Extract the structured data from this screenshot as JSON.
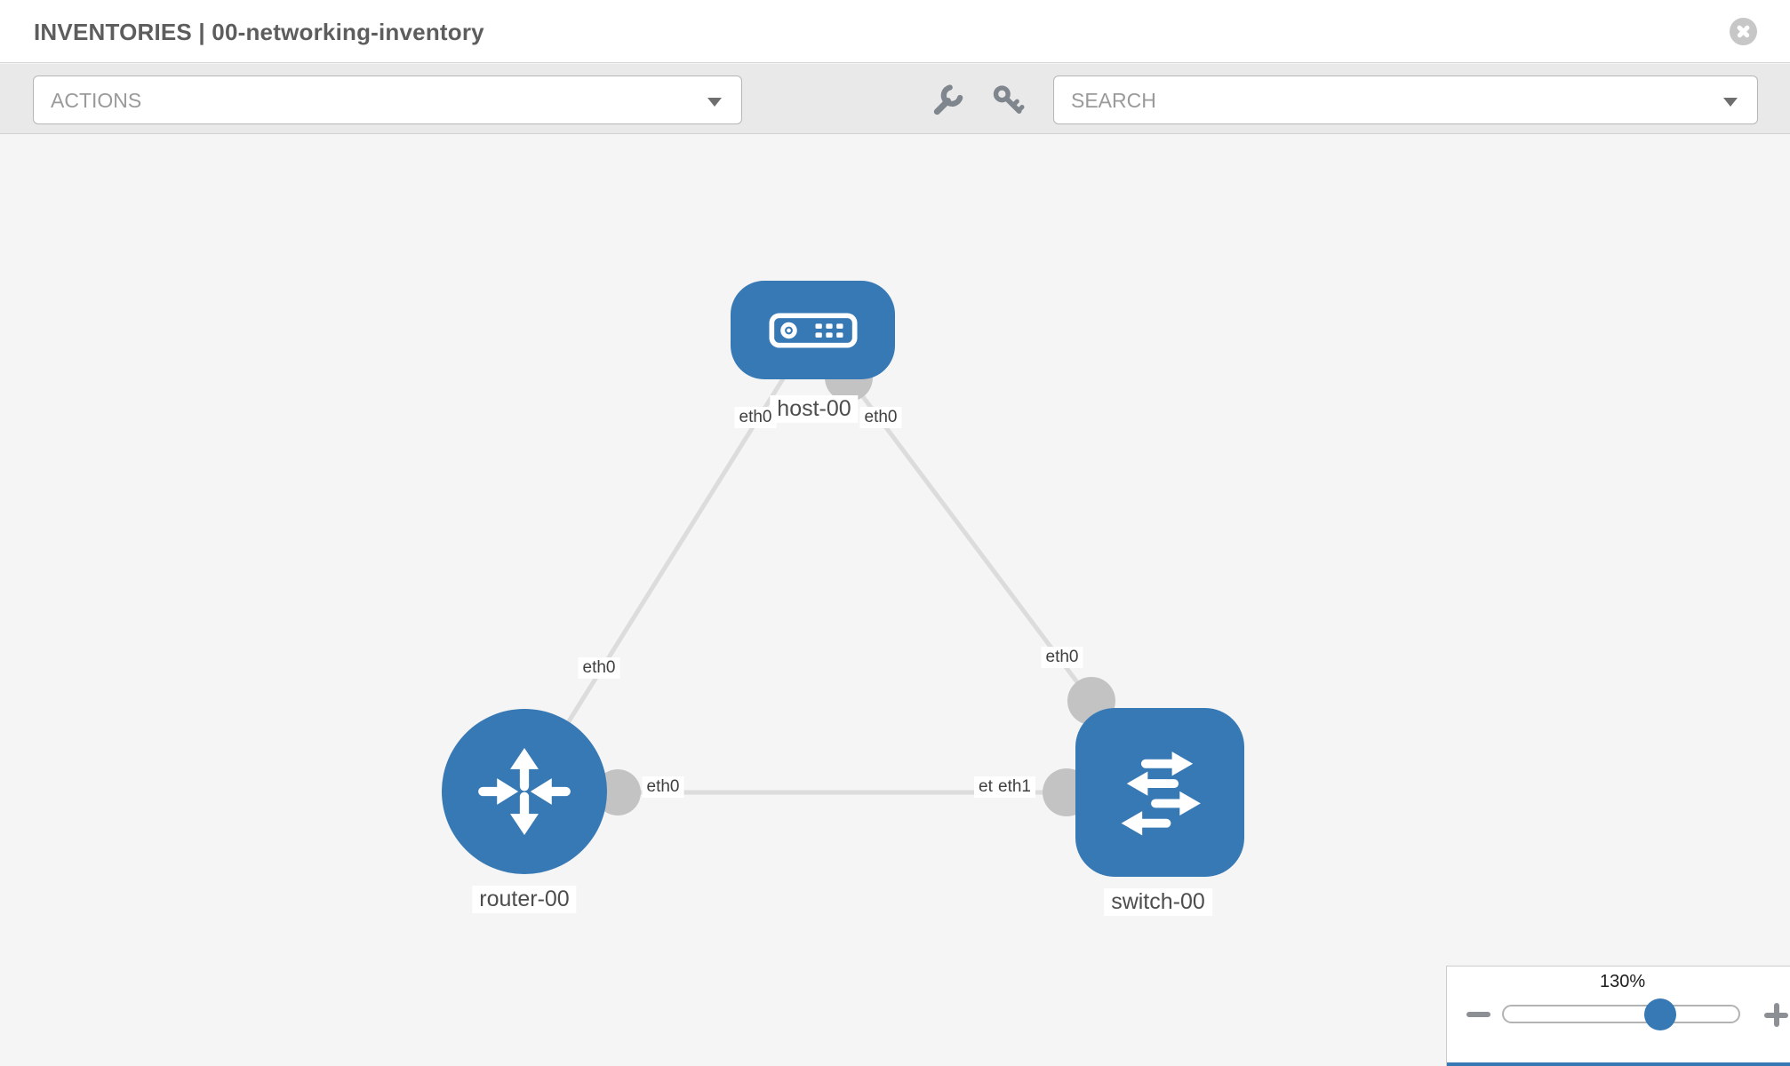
{
  "header": {
    "title": "INVENTORIES | 00-networking-inventory"
  },
  "toolbar": {
    "actions_label": "ACTIONS",
    "search_label": "SEARCH"
  },
  "icons": {
    "close": "x-circle-icon",
    "wrench": "wrench-icon",
    "key": "key-icon",
    "dropdown_caret": "chevron-down-icon",
    "zoom_out": "minus-icon",
    "zoom_in": "plus-icon"
  },
  "topology": {
    "nodes": [
      {
        "id": "host-00",
        "label": "host-00",
        "type": "host",
        "shape": "rounded-rect"
      },
      {
        "id": "router-00",
        "label": "router-00",
        "type": "router",
        "shape": "circle"
      },
      {
        "id": "switch-00",
        "label": "switch-00",
        "type": "switch",
        "shape": "rounded-square"
      }
    ],
    "links": [
      {
        "from": "host-00",
        "to": "router-00",
        "from_label": "eth0",
        "to_label": "eth0"
      },
      {
        "from": "host-00",
        "to": "switch-00",
        "from_label": "eth0",
        "to_label": "eth0"
      },
      {
        "from": "router-00",
        "to": "switch-00",
        "from_label": "eth0",
        "to_labels_overlapping": [
          "eth1",
          "eth1"
        ]
      }
    ]
  },
  "zoom_control": {
    "value": "130%",
    "handle_position_pct": 66
  },
  "colors": {
    "node_blue": "#3779b5",
    "link_gray": "#dcdcdc",
    "connector_gray": "#c3c3c3",
    "canvas_bg": "#f5f5f5",
    "toolbar_bg": "#e9e9e9"
  }
}
